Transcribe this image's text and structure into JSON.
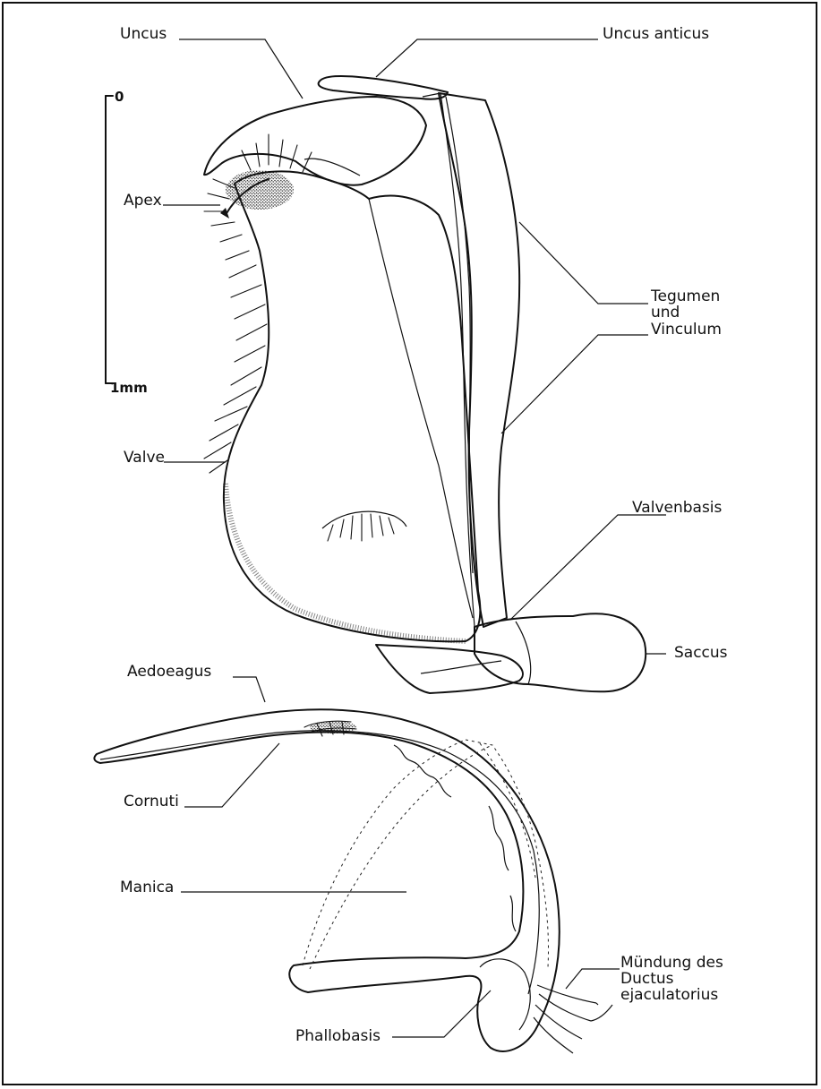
{
  "scale_bar": {
    "top_label": "0",
    "bottom_label": "1mm"
  },
  "labels": {
    "uncus": "Uncus",
    "uncus_anticus": "Uncus anticus",
    "apex": "Apex",
    "tegumen_line1": "Tegumen",
    "tegumen_line2": "und",
    "tegumen_line3": "Vinculum",
    "valve": "Valve",
    "valvenbasis": "Valvenbasis",
    "saccus": "Saccus",
    "aedoeagus": "Aedoeagus",
    "cornuti": "Cornuti",
    "manica": "Manica",
    "muendung_line1": "Mündung des",
    "muendung_line2": "Ductus",
    "muendung_line3": "ejaculatorius",
    "phallobasis": "Phallobasis"
  },
  "colors": {
    "ink": "#111111",
    "paper": "#ffffff"
  }
}
